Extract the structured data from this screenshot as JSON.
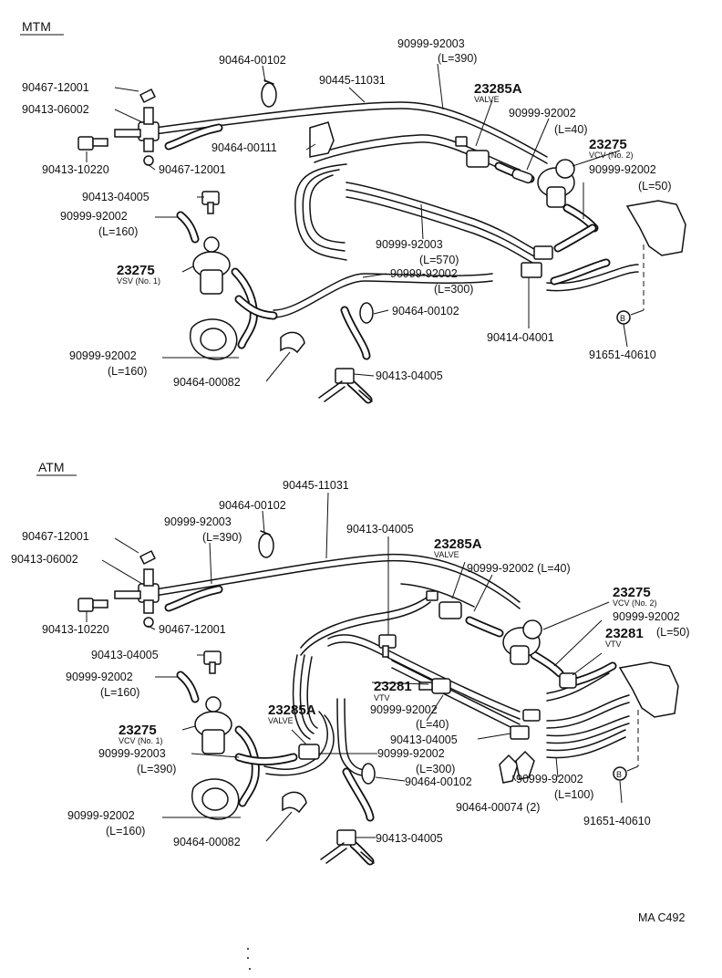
{
  "sections": {
    "mtm": "MTM",
    "atm": "ATM"
  },
  "mtm_labels": [
    "90464-00102",
    "90999-92003",
    "(L=390)",
    "90467-12001",
    "90445-11031",
    "23285A",
    "VALVE",
    "90413-06002",
    "90999-92002",
    "(L=40)",
    "90464-00111",
    "23275",
    "VCV (No. 2)",
    "90413-10220",
    "90467-12001",
    "90999-92002",
    "(L=50)",
    "90413-04005",
    "90999-92002",
    "(L=160)",
    "90999-92003",
    "(L=570)",
    "23275",
    "VSV (No. 1)",
    "90999-92002",
    "(L=300)",
    "90464-00102",
    "90414-04001",
    "91651-40610",
    "90999-92002",
    "(L=160)",
    "90464-00082",
    "90413-04005"
  ],
  "atm_labels": [
    "90445-11031",
    "90464-00102",
    "90999-92003",
    "(L=390)",
    "90413-04005",
    "90467-12001",
    "23285A",
    "VALVE",
    "90413-06002",
    "90999-92002 (L=40)",
    "23275",
    "VCV (No. 2)",
    "90413-10220",
    "90467-12001",
    "90999-92002",
    "23281",
    "(L=50)",
    "VTV",
    "90413-04005",
    "90999-92002",
    "(L=160)",
    "23281",
    "VTV",
    "23285A",
    "VALVE",
    "90999-92002",
    "(L=40)",
    "23275",
    "VCV (No. 1)",
    "90413-04005",
    "90999-92003",
    "(L=390)",
    "90999-92002",
    "(L=300)",
    "90999-92002",
    "90464-00102",
    "(L=100)",
    "90464-00074 (2)",
    "90999-92002",
    "(L=160)",
    "91651-40610",
    "90464-00082",
    "90413-04005"
  ],
  "callouts": {
    "mtm_b": "B",
    "atm_b": "B"
  },
  "footer": {
    "code": "MA C492"
  }
}
